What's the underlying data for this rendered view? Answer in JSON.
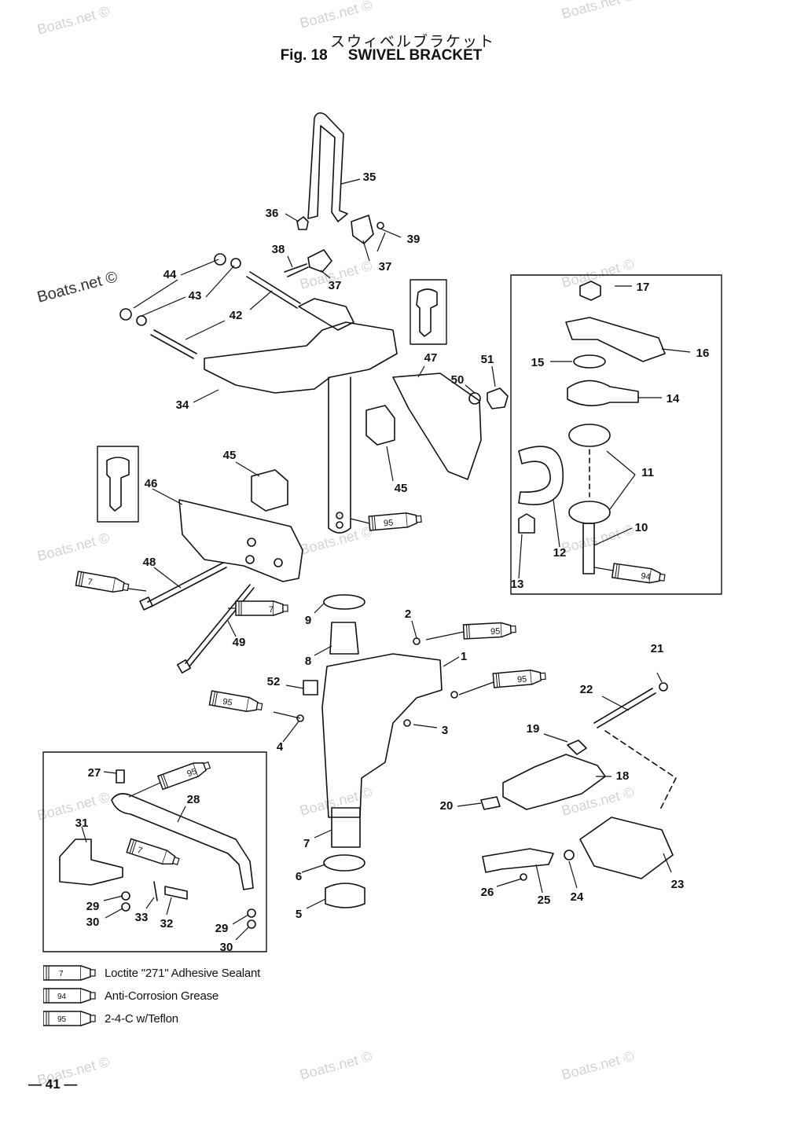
{
  "header": {
    "title_jp": "スウィベルブラケット",
    "fig_label": "Fig. 18",
    "title_en": "SWIVEL BRACKET"
  },
  "watermark": "Boats.net ©",
  "callouts": [
    "1",
    "2",
    "3",
    "4",
    "5",
    "6",
    "7",
    "8",
    "9",
    "10",
    "11",
    "12",
    "13",
    "14",
    "15",
    "16",
    "17",
    "18",
    "19",
    "20",
    "21",
    "22",
    "23",
    "24",
    "25",
    "26",
    "27",
    "28",
    "29",
    "29",
    "30",
    "30",
    "31",
    "32",
    "33",
    "34",
    "35",
    "36",
    "37",
    "37",
    "38",
    "39",
    "42",
    "43",
    "44",
    "45",
    "45",
    "46",
    "47",
    "48",
    "49",
    "50",
    "51",
    "52"
  ],
  "tube_codes": {
    "loctite": "7",
    "anti_corrosion": "94",
    "teflon": "95"
  },
  "legend": [
    {
      "code": "7",
      "text": "Loctite \"271\" Adhesive Sealant"
    },
    {
      "code": "94",
      "text": "Anti-Corrosion Grease"
    },
    {
      "code": "95",
      "text": "2-4-C w/Teflon"
    }
  ],
  "page_number": "41"
}
